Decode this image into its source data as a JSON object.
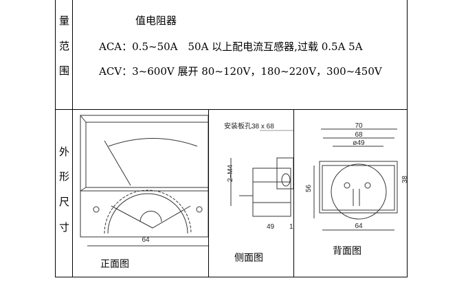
{
  "range_row": {
    "label_chars": [
      "量",
      "范",
      "围"
    ],
    "line1": "值电阻器",
    "line2": "ACA：0.5~50A　50A 以上配电流互感器,过载 0.5A 5A",
    "line3": "ACV：3~600V 展开 80~120V，180~220V，300~450V"
  },
  "dims_row": {
    "label_chars": [
      "外",
      "形",
      "尺",
      "寸"
    ],
    "front": {
      "caption": "正面图",
      "dim_width": "64"
    },
    "side": {
      "caption": "侧面图",
      "panel_hole": "安装板孔38 x 68",
      "screw": "2–M4",
      "dim_depth": "49",
      "dim_extra": "1"
    },
    "back": {
      "caption": "背面图",
      "dim_70": "70",
      "dim_68": "68",
      "dim_phi49": "ø49",
      "dim_56": "56",
      "dim_64": "64",
      "dim_cut": "38"
    }
  }
}
